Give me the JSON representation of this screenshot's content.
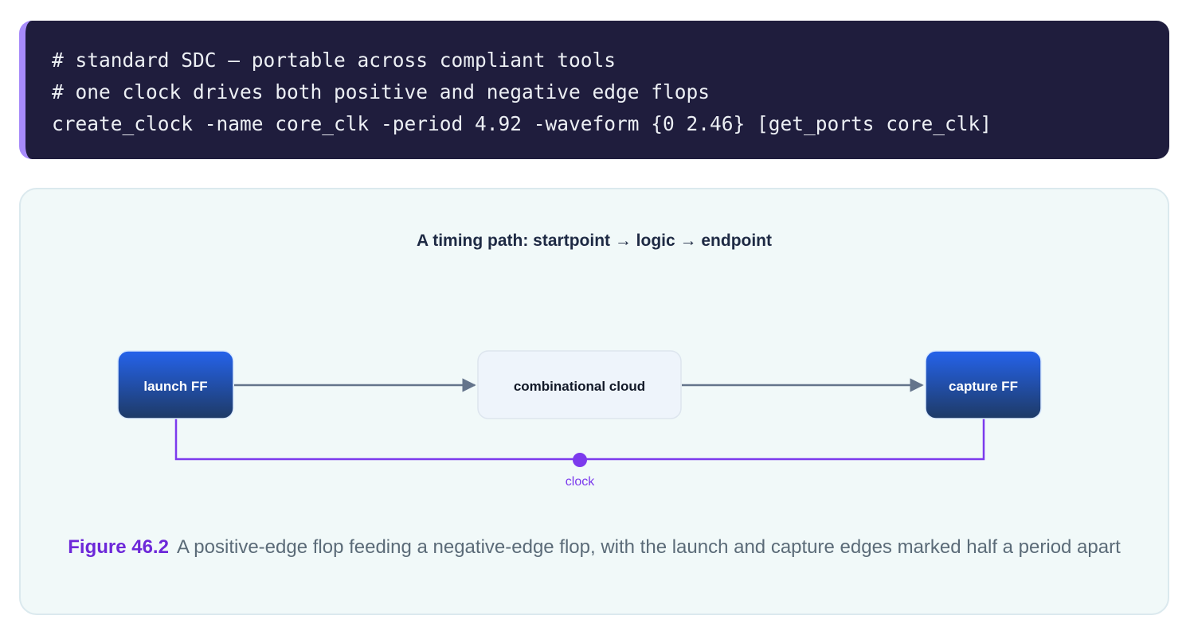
{
  "code": {
    "lines": [
      "# standard SDC — portable across compliant tools",
      "# one clock drives both positive and negative edge flops",
      "create_clock -name core_clk -period 4.92 -waveform {0 2.46} [get_ports core_clk]"
    ]
  },
  "diagram": {
    "title": "A timing path: startpoint → logic → endpoint",
    "nodes": {
      "launch": "launch FF",
      "logic": "combinational cloud",
      "capture": "capture FF"
    },
    "clock_label": "clock",
    "colors": {
      "flop_top": "#2563eb",
      "flop_bottom": "#1e3a66",
      "cloud_fill": "#eef4fb",
      "arrow": "#64748b",
      "clock": "#7c3aed"
    }
  },
  "caption": {
    "label": "Figure 46.2",
    "text": "A positive-edge flop feeding a negative-edge flop, with the launch and capture edges marked half a period apart"
  }
}
